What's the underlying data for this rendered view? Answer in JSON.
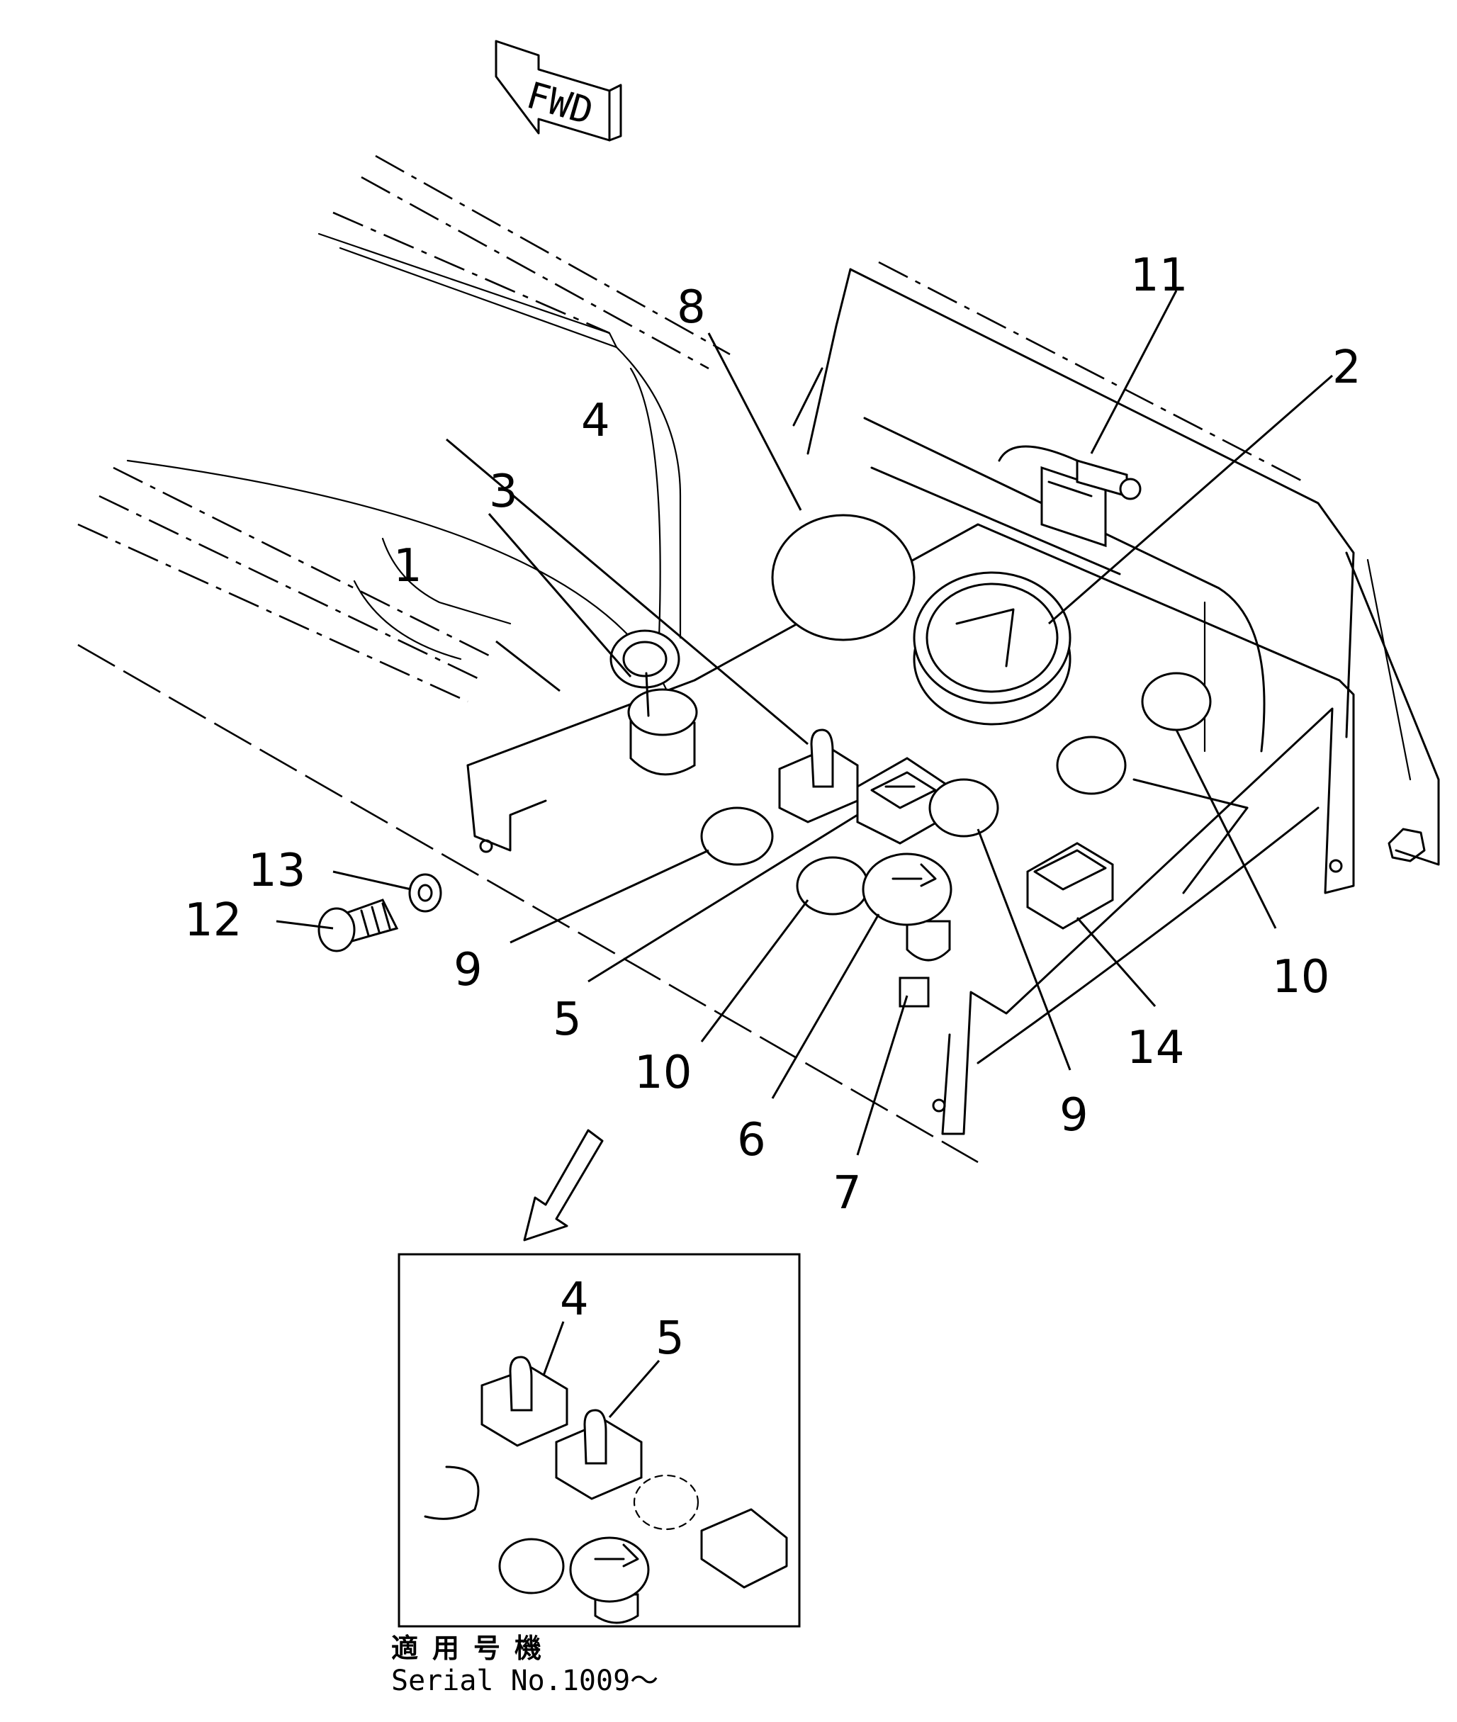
{
  "diagram": {
    "direction_label": "FWD",
    "callouts": [
      {
        "id": "1",
        "label": "1"
      },
      {
        "id": "2",
        "label": "2"
      },
      {
        "id": "3",
        "label": "3"
      },
      {
        "id": "4",
        "label": "4"
      },
      {
        "id": "5",
        "label": "5"
      },
      {
        "id": "6",
        "label": "6"
      },
      {
        "id": "7",
        "label": "7"
      },
      {
        "id": "8",
        "label": "8"
      },
      {
        "id": "9a",
        "label": "9"
      },
      {
        "id": "9b",
        "label": "9"
      },
      {
        "id": "10a",
        "label": "10"
      },
      {
        "id": "10b",
        "label": "10"
      },
      {
        "id": "11",
        "label": "11"
      },
      {
        "id": "12",
        "label": "12"
      },
      {
        "id": "13",
        "label": "13"
      },
      {
        "id": "14",
        "label": "14"
      }
    ],
    "inset": {
      "callouts": [
        {
          "id": "inset-4",
          "label": "4"
        },
        {
          "id": "inset-5",
          "label": "5"
        }
      ]
    },
    "caption": {
      "japanese": "適用号機",
      "serial": "Serial No.1009～"
    }
  }
}
